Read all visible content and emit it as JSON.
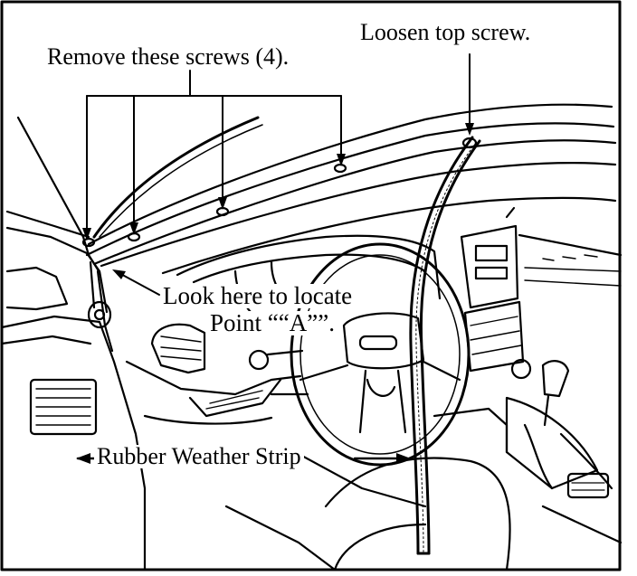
{
  "labels": {
    "remove_screws": "Remove these screws (4).",
    "loosen_screw": "Loosen top screw.",
    "look_here": "Look here to locate",
    "point_a": "Point ““A””.",
    "weather_strip": "Rubber Weather Strip"
  },
  "colors": {
    "ink": "#000000",
    "paper": "#ffffff"
  }
}
